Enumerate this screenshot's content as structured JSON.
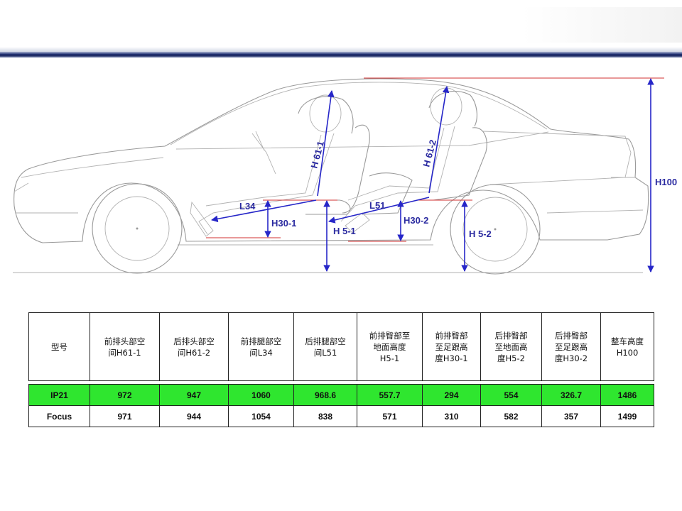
{
  "labels": {
    "h61_1": "H 61-1",
    "h61_2": "H 61-2",
    "l34": "L34",
    "l51": "L51",
    "h30_1": "H30-1",
    "h30_2": "H30-2",
    "h5_1": "H 5-1",
    "h5_2": "H 5-2",
    "h100": "H100"
  },
  "table": {
    "headers": [
      "型号",
      "前排头部空间H61-1",
      "后排头部空间H61-2",
      "前排腿部空间L34",
      "后排腿部空间L51",
      "前排臀部至地面高度H5-1",
      "前排臀部至足跟高度H30-1",
      "后排臀部至地面高度H5-2",
      "后排臀部至足跟高度H30-2",
      "整车高度H100"
    ],
    "header_lines": [
      [
        "型号"
      ],
      [
        "前排头部空",
        "间H61-1"
      ],
      [
        "后排头部空",
        "间H61-2"
      ],
      [
        "前排腿部空",
        "间L34"
      ],
      [
        "后排腿部空",
        "间L51"
      ],
      [
        "前排臀部至",
        "地面高度",
        "H5-1"
      ],
      [
        "前排臀部",
        "至足跟高",
        "度H30-1"
      ],
      [
        "后排臀部",
        "至地面高",
        "度H5-2"
      ],
      [
        "后排臀部",
        "至足跟高",
        "度H30-2"
      ],
      [
        "整车高度",
        "H100"
      ]
    ],
    "rows": [
      {
        "model": "IP21",
        "values": [
          "972",
          "947",
          "1060",
          "968.6",
          "557.7",
          "294",
          "554",
          "326.7",
          "1486"
        ]
      },
      {
        "model": "Focus",
        "values": [
          "971",
          "944",
          "1054",
          "838",
          "571",
          "310",
          "582",
          "357",
          "1499"
        ]
      }
    ]
  },
  "colors": {
    "highlight_row": "#2fe62f",
    "dimension_arrows": "#2626c8",
    "reference_lines": "#d23030",
    "title_bar": "#1f2f73"
  }
}
